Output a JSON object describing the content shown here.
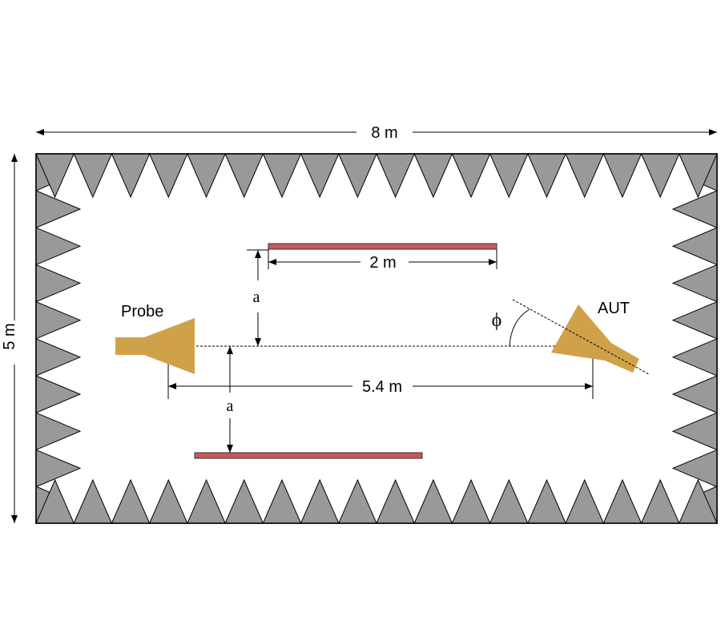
{
  "labels": {
    "width": "8 m",
    "height": "5 m",
    "bar_length": "2 m",
    "separation": "5.4 m",
    "offset_top": "a",
    "offset_bottom": "a",
    "probe": "Probe",
    "aut": "AUT",
    "angle": "ϕ"
  },
  "colors": {
    "absorber": "#999999",
    "horn": "#cfa24a",
    "bar": "#c8585a"
  }
}
